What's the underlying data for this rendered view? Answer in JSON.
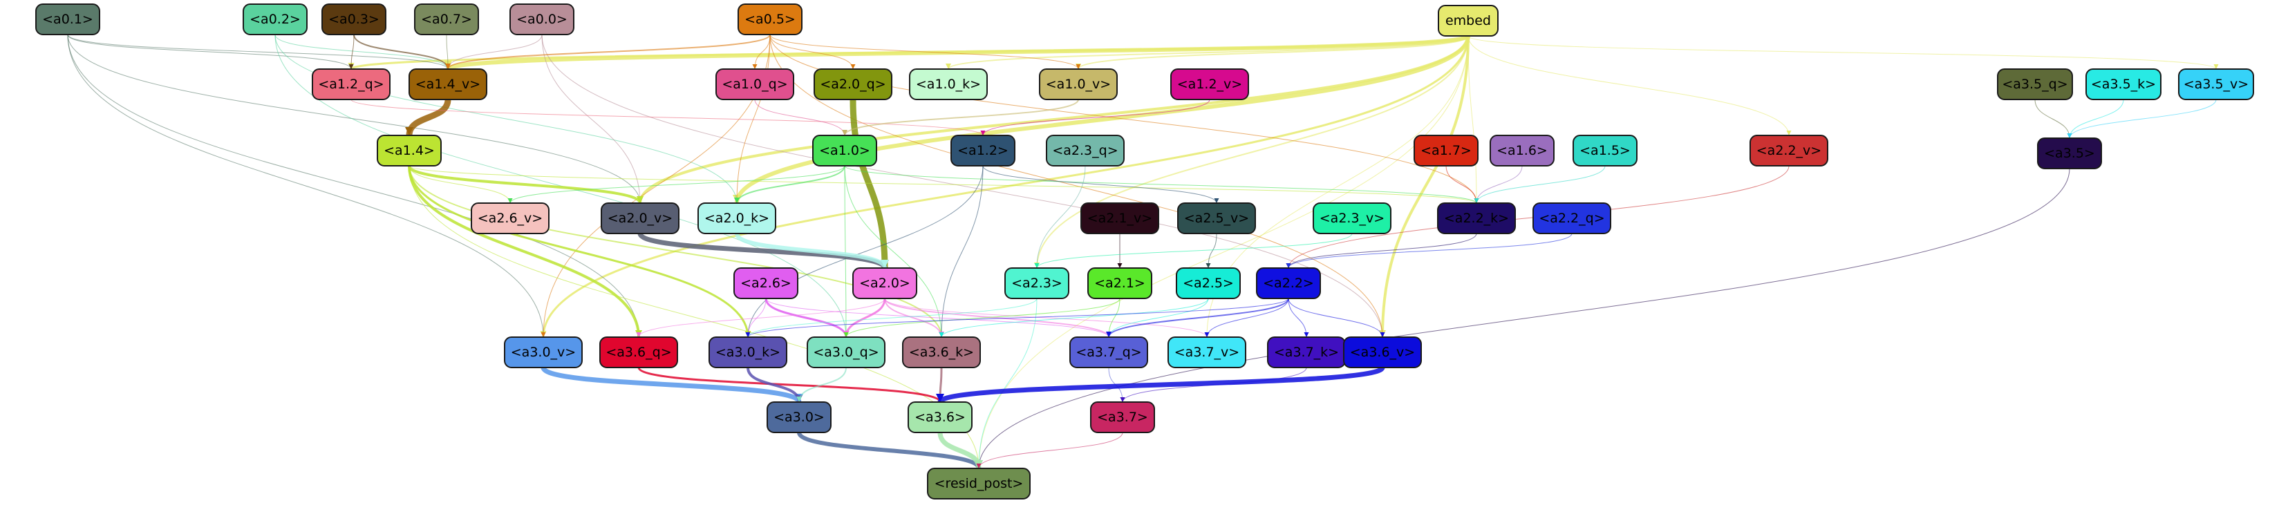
{
  "nodes": [
    {
      "id": "embed",
      "label": "embed",
      "color": "#e6ea6e",
      "text_color": "#000000"
    },
    {
      "id": "a0_1",
      "label": "<a0.1>",
      "color": "#5a7a6a",
      "text_color": "#000000"
    },
    {
      "id": "a0_2",
      "label": "<a0.2>",
      "color": "#5ad29e",
      "text_color": "#000000"
    },
    {
      "id": "a0_3",
      "label": "<a0.3>",
      "color": "#5b3a10",
      "text_color": "#000000"
    },
    {
      "id": "a0_7",
      "label": "<a0.7>",
      "color": "#7a8a5e",
      "text_color": "#000000"
    },
    {
      "id": "a0_0",
      "label": "<a0.0>",
      "color": "#b88e98",
      "text_color": "#000000"
    },
    {
      "id": "a0_5",
      "label": "<a0.5>",
      "color": "#dc7a10",
      "text_color": "#000000"
    },
    {
      "id": "a1_2_q",
      "label": "<a1.2_q>",
      "color": "#ec6a7e",
      "text_color": "#000000"
    },
    {
      "id": "a1_4_v",
      "label": "<a1.4_v>",
      "color": "#9a6208",
      "text_color": "#000000"
    },
    {
      "id": "a1_0_q",
      "label": "<a1.0_q>",
      "color": "#e0508e",
      "text_color": "#000000"
    },
    {
      "id": "a2_0_q",
      "label": "<a2.0_q>",
      "color": "#82960e",
      "text_color": "#000000"
    },
    {
      "id": "a1_0_k",
      "label": "<a1.0_k>",
      "color": "#c4fad0",
      "text_color": "#000000"
    },
    {
      "id": "a1_0_v",
      "label": "<a1.0_v>",
      "color": "#c6b86a",
      "text_color": "#000000"
    },
    {
      "id": "a1_2_v",
      "label": "<a1.2_v>",
      "color": "#d60a8e",
      "text_color": "#000000"
    },
    {
      "id": "a3_5_q",
      "label": "<a3.5_q>",
      "color": "#5e6a38",
      "text_color": "#000000"
    },
    {
      "id": "a3_5_k",
      "label": "<a3.5_k>",
      "color": "#28eae4",
      "text_color": "#000000"
    },
    {
      "id": "a3_5_v",
      "label": "<a3.5_v>",
      "color": "#36d2f8",
      "text_color": "#000000"
    },
    {
      "id": "a1_4",
      "label": "<a1.4>",
      "color": "#bce432",
      "text_color": "#000000"
    },
    {
      "id": "a1_0",
      "label": "<a1.0>",
      "color": "#46e056",
      "text_color": "#000000"
    },
    {
      "id": "a1_2",
      "label": "<a1.2>",
      "color": "#2e5272",
      "text_color": "#000000"
    },
    {
      "id": "a2_3_q",
      "label": "<a2.3_q>",
      "color": "#74b8aa",
      "text_color": "#000000"
    },
    {
      "id": "a1_7",
      "label": "<a1.7>",
      "color": "#d82812",
      "text_color": "#000000"
    },
    {
      "id": "a1_6",
      "label": "<a1.6>",
      "color": "#9a6ebe",
      "text_color": "#000000"
    },
    {
      "id": "a1_5",
      "label": "<a1.5>",
      "color": "#30d8c6",
      "text_color": "#000000"
    },
    {
      "id": "a2_2_v",
      "label": "<a2.2_v>",
      "color": "#cc3232",
      "text_color": "#000000"
    },
    {
      "id": "a3_5",
      "label": "<a3.5>",
      "color": "#240c4c",
      "text_color": "#000000"
    },
    {
      "id": "a2_6_v",
      "label": "<a2.6_v>",
      "color": "#f5c2be",
      "text_color": "#000000"
    },
    {
      "id": "a2_0_v",
      "label": "<a2.0_v>",
      "color": "#585e72",
      "text_color": "#000000"
    },
    {
      "id": "a2_0_k",
      "label": "<a2.0_k>",
      "color": "#b0f6ec",
      "text_color": "#000000"
    },
    {
      "id": "a2_1_v",
      "label": "<a2.1_v>",
      "color": "#2a0a18",
      "text_color": "#000000"
    },
    {
      "id": "a2_5_v",
      "label": "<a2.5_v>",
      "color": "#2e5050",
      "text_color": "#000000"
    },
    {
      "id": "a2_3_v",
      "label": "<a2.3_v>",
      "color": "#1ef0a6",
      "text_color": "#000000"
    },
    {
      "id": "a2_2_k",
      "label": "<a2.2_k>",
      "color": "#1e0c66",
      "text_color": "#000000"
    },
    {
      "id": "a2_2_q",
      "label": "<a2.2_q>",
      "color": "#2234e0",
      "text_color": "#000000"
    },
    {
      "id": "a2_6",
      "label": "<a2.6>",
      "color": "#e05ef0",
      "text_color": "#000000"
    },
    {
      "id": "a2_0",
      "label": "<a2.0>",
      "color": "#f274e0",
      "text_color": "#000000"
    },
    {
      "id": "a2_3",
      "label": "<a2.3>",
      "color": "#50f4d0",
      "text_color": "#000000"
    },
    {
      "id": "a2_1",
      "label": "<a2.1>",
      "color": "#5ae82a",
      "text_color": "#000000"
    },
    {
      "id": "a2_5",
      "label": "<a2.5>",
      "color": "#16ecd6",
      "text_color": "#000000"
    },
    {
      "id": "a2_2",
      "label": "<a2.2>",
      "color": "#1010e0",
      "text_color": "#000000"
    },
    {
      "id": "a3_0_v",
      "label": "<a3.0_v>",
      "color": "#5696ea",
      "text_color": "#000000"
    },
    {
      "id": "a3_6_q",
      "label": "<a3.6_q>",
      "color": "#e0062e",
      "text_color": "#000000"
    },
    {
      "id": "a3_0_k",
      "label": "<a3.0_k>",
      "color": "#5a52b0",
      "text_color": "#000000"
    },
    {
      "id": "a3_0_q",
      "label": "<a3.0_q>",
      "color": "#7ee0c0",
      "text_color": "#000000"
    },
    {
      "id": "a3_6_k",
      "label": "<a3.6_k>",
      "color": "#aa7280",
      "text_color": "#000000"
    },
    {
      "id": "a3_7_q",
      "label": "<a3.7_q>",
      "color": "#5860d6",
      "text_color": "#000000"
    },
    {
      "id": "a3_7_v",
      "label": "<a3.7_v>",
      "color": "#40e6f8",
      "text_color": "#000000"
    },
    {
      "id": "a3_7_k",
      "label": "<a3.7_k>",
      "color": "#4010c0",
      "text_color": "#000000"
    },
    {
      "id": "a3_6_v",
      "label": "<a3.6_v>",
      "color": "#0c0cdc",
      "text_color": "#000000"
    },
    {
      "id": "a3_0",
      "label": "<a3.0>",
      "color": "#4e6a9c",
      "text_color": "#000000"
    },
    {
      "id": "a3_6",
      "label": "<a3.6>",
      "color": "#a6e6ac",
      "text_color": "#000000"
    },
    {
      "id": "a3_7",
      "label": "<a3.7>",
      "color": "#c82662",
      "text_color": "#000000"
    },
    {
      "id": "resid_post",
      "label": "<resid_post>",
      "color": "#6e8e4e",
      "text_color": "#000000"
    }
  ],
  "edges": [
    {
      "from": "embed",
      "to": "a1_4_v",
      "color": "#e6ea6e",
      "weight": 6
    },
    {
      "from": "embed",
      "to": "a1_2_q",
      "color": "#e6ea6e",
      "weight": 3
    },
    {
      "from": "embed",
      "to": "a2_0_k",
      "color": "#e6ea6e",
      "weight": 6
    },
    {
      "from": "embed",
      "to": "a2_0_v",
      "color": "#e6ea6e",
      "weight": 4
    },
    {
      "from": "embed",
      "to": "a3_6_v",
      "color": "#e6ea6e",
      "weight": 4
    },
    {
      "from": "embed",
      "to": "a3_0_v",
      "color": "#e6ea6e",
      "weight": 3
    },
    {
      "from": "embed",
      "to": "a1_0_k",
      "color": "#e6ea6e",
      "weight": 2
    },
    {
      "from": "embed",
      "to": "a1_0_v",
      "color": "#e6ea6e",
      "weight": 2
    },
    {
      "from": "embed",
      "to": "a2_3",
      "color": "#e6ea6e",
      "weight": 2
    },
    {
      "from": "embed",
      "to": "a2_2_k",
      "color": "#e6ea6e",
      "weight": 1
    },
    {
      "from": "embed",
      "to": "a3_5_v",
      "color": "#e6ea6e",
      "weight": 1
    },
    {
      "from": "embed",
      "to": "a2_2_v",
      "color": "#e6ea6e",
      "weight": 1
    },
    {
      "from": "embed",
      "to": "a3_7_v",
      "color": "#e6ea6e",
      "weight": 1
    },
    {
      "from": "embed",
      "to": "resid_post",
      "color": "#e6ea6e",
      "weight": 1
    },
    {
      "from": "a0_1",
      "to": "a1_4_v",
      "color": "#5a7a6a",
      "weight": 1
    },
    {
      "from": "a0_1",
      "to": "a1_2_q",
      "color": "#5a7a6a",
      "weight": 1
    },
    {
      "from": "a0_1",
      "to": "a3_0_v",
      "color": "#5a7a6a",
      "weight": 1
    },
    {
      "from": "a0_1",
      "to": "a3_6_q",
      "color": "#5a7a6a",
      "weight": 1
    },
    {
      "from": "a0_1",
      "to": "a2_0_v",
      "color": "#5a7a6a",
      "weight": 1
    },
    {
      "from": "a0_2",
      "to": "a1_4_v",
      "color": "#5ad29e",
      "weight": 1
    },
    {
      "from": "a0_2",
      "to": "a2_0_k",
      "color": "#5ad29e",
      "weight": 1
    },
    {
      "from": "a0_2",
      "to": "a3_0_q",
      "color": "#5ad29e",
      "weight": 1
    },
    {
      "from": "a0_3",
      "to": "a1_4_v",
      "color": "#5b3a10",
      "weight": 2
    },
    {
      "from": "a0_3",
      "to": "a1_2_q",
      "color": "#5b3a10",
      "weight": 1
    },
    {
      "from": "a0_7",
      "to": "a1_4_v",
      "color": "#7a8a5e",
      "weight": 1
    },
    {
      "from": "a0_0",
      "to": "a1_4_v",
      "color": "#b88e98",
      "weight": 1
    },
    {
      "from": "a0_0",
      "to": "a2_0_v",
      "color": "#b88e98",
      "weight": 1
    },
    {
      "from": "a0_0",
      "to": "a3_6_v",
      "color": "#b88e98",
      "weight": 1
    },
    {
      "from": "a0_5",
      "to": "a1_4_v",
      "color": "#dc7a10",
      "weight": 2
    },
    {
      "from": "a0_5",
      "to": "a2_0_q",
      "color": "#dc7a10",
      "weight": 1
    },
    {
      "from": "a0_5",
      "to": "a1_0_q",
      "color": "#dc7a10",
      "weight": 1
    },
    {
      "from": "a0_5",
      "to": "a1_0_v",
      "color": "#dc7a10",
      "weight": 1
    },
    {
      "from": "a0_5",
      "to": "a3_6_v",
      "color": "#dc7a10",
      "weight": 1
    },
    {
      "from": "a0_5",
      "to": "a2_2_k",
      "color": "#dc7a10",
      "weight": 1
    },
    {
      "from": "a0_5",
      "to": "a3_0_v",
      "color": "#dc7a10",
      "weight": 1
    },
    {
      "from": "a0_5",
      "to": "a2_0_k",
      "color": "#dc7a10",
      "weight": 1
    },
    {
      "from": "a1_4_v",
      "to": "a1_4",
      "color": "#9a6208",
      "weight": 9
    },
    {
      "from": "a1_2_q",
      "to": "a1_2",
      "color": "#ec6a7e",
      "weight": 1
    },
    {
      "from": "a1_0_q",
      "to": "a1_0",
      "color": "#e0508e",
      "weight": 1
    },
    {
      "from": "a2_0_q",
      "to": "a2_0",
      "color": "#82960e",
      "weight": 9
    },
    {
      "from": "a1_0_v",
      "to": "a1_0",
      "color": "#c6b86a",
      "weight": 2
    },
    {
      "from": "a1_2_v",
      "to": "a1_2",
      "color": "#d60a8e",
      "weight": 1
    },
    {
      "from": "a3_5_q",
      "to": "a3_5",
      "color": "#5e6a38",
      "weight": 1
    },
    {
      "from": "a3_5_k",
      "to": "a3_5",
      "color": "#28eae4",
      "weight": 1
    },
    {
      "from": "a3_5_v",
      "to": "a3_5",
      "color": "#36d2f8",
      "weight": 1
    },
    {
      "from": "a1_4",
      "to": "a2_0_v",
      "color": "#bce432",
      "weight": 4
    },
    {
      "from": "a1_4",
      "to": "a2_6_v",
      "color": "#bce432",
      "weight": 1
    },
    {
      "from": "a1_4",
      "to": "a3_6_q",
      "color": "#bce432",
      "weight": 4
    },
    {
      "from": "a1_4",
      "to": "a3_0_k",
      "color": "#bce432",
      "weight": 3
    },
    {
      "from": "a1_4",
      "to": "a3_6_k",
      "color": "#bce432",
      "weight": 2
    },
    {
      "from": "a1_4",
      "to": "a2_2_k",
      "color": "#bce432",
      "weight": 1
    },
    {
      "from": "a1_4",
      "to": "resid_post",
      "color": "#bce432",
      "weight": 1
    },
    {
      "from": "a1_0",
      "to": "a2_0_k",
      "color": "#46e056",
      "weight": 2
    },
    {
      "from": "a1_0",
      "to": "a2_6_v",
      "color": "#46e056",
      "weight": 1
    },
    {
      "from": "a1_0",
      "to": "a2_2_k",
      "color": "#46e056",
      "weight": 1
    },
    {
      "from": "a1_0",
      "to": "a3_0_q",
      "color": "#46e056",
      "weight": 1
    },
    {
      "from": "a1_0",
      "to": "a3_6_k",
      "color": "#46e056",
      "weight": 1
    },
    {
      "from": "a1_2",
      "to": "a2_5_v",
      "color": "#2e5272",
      "weight": 1
    },
    {
      "from": "a1_2",
      "to": "a3_6_k",
      "color": "#2e5272",
      "weight": 1
    },
    {
      "from": "a1_2",
      "to": "a3_0_k",
      "color": "#2e5272",
      "weight": 1
    },
    {
      "from": "a2_3_q",
      "to": "a2_3",
      "color": "#74b8aa",
      "weight": 1
    },
    {
      "from": "a1_7",
      "to": "a2_2_k",
      "color": "#d82812",
      "weight": 1
    },
    {
      "from": "a1_6",
      "to": "a2_2_k",
      "color": "#9a6ebe",
      "weight": 1
    },
    {
      "from": "a1_5",
      "to": "a2_2_k",
      "color": "#30d8c6",
      "weight": 1
    },
    {
      "from": "a2_2_v",
      "to": "a2_2",
      "color": "#cc3232",
      "weight": 1
    },
    {
      "from": "a3_5",
      "to": "resid_post",
      "color": "#240c4c",
      "weight": 1
    },
    {
      "from": "a2_0_v",
      "to": "a2_0",
      "color": "#585e72",
      "weight": 7
    },
    {
      "from": "a2_0_k",
      "to": "a2_0",
      "color": "#b0f6ec",
      "weight": 6
    },
    {
      "from": "a2_1_v",
      "to": "a2_1",
      "color": "#2a0a18",
      "weight": 1
    },
    {
      "from": "a2_5_v",
      "to": "a2_5",
      "color": "#2e5050",
      "weight": 1
    },
    {
      "from": "a2_3_v",
      "to": "a2_3",
      "color": "#1ef0a6",
      "weight": 1
    },
    {
      "from": "a2_2_k",
      "to": "a2_2",
      "color": "#1e0c66",
      "weight": 1
    },
    {
      "from": "a2_2_q",
      "to": "a2_2",
      "color": "#2234e0",
      "weight": 1
    },
    {
      "from": "a2_6",
      "to": "a3_0_q",
      "color": "#e05ef0",
      "weight": 3
    },
    {
      "from": "a2_6",
      "to": "a3_0_k",
      "color": "#e05ef0",
      "weight": 1
    },
    {
      "from": "a2_6",
      "to": "a3_7_q",
      "color": "#e05ef0",
      "weight": 1
    },
    {
      "from": "a2_0",
      "to": "a3_0_q",
      "color": "#f274e0",
      "weight": 3
    },
    {
      "from": "a2_0",
      "to": "a3_6_k",
      "color": "#f274e0",
      "weight": 2
    },
    {
      "from": "a2_0",
      "to": "a3_7_q",
      "color": "#f274e0",
      "weight": 2
    },
    {
      "from": "a2_0",
      "to": "a3_6_q",
      "color": "#f274e0",
      "weight": 1
    },
    {
      "from": "a2_0",
      "to": "a3_7_v",
      "color": "#f274e0",
      "weight": 1
    },
    {
      "from": "a2_3",
      "to": "resid_post",
      "color": "#50f4d0",
      "weight": 1
    },
    {
      "from": "a2_3",
      "to": "a3_0_k",
      "color": "#50f4d0",
      "weight": 1
    },
    {
      "from": "a2_1",
      "to": "a3_7_q",
      "color": "#5ae82a",
      "weight": 1
    },
    {
      "from": "a2_1",
      "to": "a3_0_q",
      "color": "#5ae82a",
      "weight": 1
    },
    {
      "from": "a2_5",
      "to": "a3_7_q",
      "color": "#16ecd6",
      "weight": 1
    },
    {
      "from": "a2_5",
      "to": "a3_6_k",
      "color": "#16ecd6",
      "weight": 1
    },
    {
      "from": "a2_2",
      "to": "a3_7_q",
      "color": "#1010e0",
      "weight": 2
    },
    {
      "from": "a2_2",
      "to": "a3_7_k",
      "color": "#1010e0",
      "weight": 1
    },
    {
      "from": "a2_2",
      "to": "a3_6_v",
      "color": "#1010e0",
      "weight": 1
    },
    {
      "from": "a2_2",
      "to": "a3_7_v",
      "color": "#1010e0",
      "weight": 1
    },
    {
      "from": "a2_2",
      "to": "a3_0_k",
      "color": "#1010e0",
      "weight": 1
    },
    {
      "from": "a3_0_v",
      "to": "a3_0",
      "color": "#5696ea",
      "weight": 7
    },
    {
      "from": "a3_6_q",
      "to": "a3_6",
      "color": "#e0062e",
      "weight": 3
    },
    {
      "from": "a3_0_k",
      "to": "a3_0",
      "color": "#5a52b0",
      "weight": 4
    },
    {
      "from": "a3_0_q",
      "to": "a3_0",
      "color": "#7ee0c0",
      "weight": 2
    },
    {
      "from": "a3_6_k",
      "to": "a3_6",
      "color": "#aa7280",
      "weight": 3
    },
    {
      "from": "a3_7_q",
      "to": "a3_7",
      "color": "#5860d6",
      "weight": 1
    },
    {
      "from": "a3_7_k",
      "to": "a3_7",
      "color": "#4010c0",
      "weight": 1
    },
    {
      "from": "a3_6_v",
      "to": "a3_6",
      "color": "#0c0cdc",
      "weight": 7
    },
    {
      "from": "a3_0",
      "to": "resid_post",
      "color": "#4e6a9c",
      "weight": 6
    },
    {
      "from": "a3_6",
      "to": "resid_post",
      "color": "#a6e6ac",
      "weight": 7
    },
    {
      "from": "a3_7",
      "to": "resid_post",
      "color": "#c82662",
      "weight": 1
    }
  ]
}
